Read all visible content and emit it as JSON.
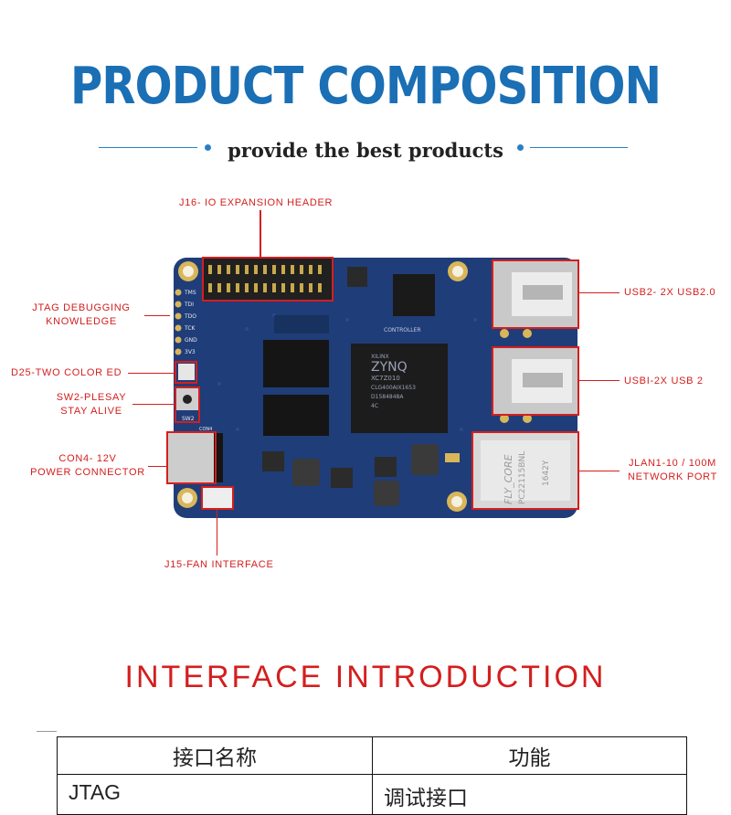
{
  "header": {
    "title": "PRODUCT COMPOSITION",
    "subtitle": "provide the best products"
  },
  "board": {
    "chip_text": [
      "XILINX",
      "ZYNQ",
      "XC7Z010",
      "CLG400AIX1653",
      "D1584848A",
      "4C"
    ],
    "controller_text": "CONTROLLER",
    "ethernet_brand": "FLY_CORE",
    "ethernet_model": "PC22115BNL",
    "ethernet_code": "1642Y",
    "jtag_pins": [
      "TMS",
      "TDI",
      "TDO",
      "TCK",
      "GND",
      "3V3"
    ],
    "switch_label": "SW2",
    "power_label": "CON4"
  },
  "annotations": {
    "j16": "J16- IO EXPANSION HEADER",
    "jtag": [
      "JTAG DEBUGGING",
      "KNOWLEDGE"
    ],
    "d25": "D25-TWO COLOR ED",
    "sw2": [
      "SW2-PLESAY",
      "STAY ALIVE"
    ],
    "con4": [
      "CON4- 12V",
      "POWER CONNECTOR"
    ],
    "j15": "J15-FAN INTERFACE",
    "usb2": "USB2- 2X USB2.0",
    "usb1": "USBI-2X USB 2",
    "jlan": [
      "JLAN1-10 / 100M",
      "NETWORK PORT"
    ]
  },
  "section": {
    "title": "INTERFACE INTRODUCTION"
  },
  "interface_table": {
    "headers": [
      "接口名称",
      "功能"
    ],
    "rows": [
      [
        "JTAG",
        "调试接口"
      ]
    ]
  },
  "colors": {
    "title_blue": "#1a6fb5",
    "annotation_red": "#d41e1e",
    "board_blue": "#1f3d78"
  }
}
